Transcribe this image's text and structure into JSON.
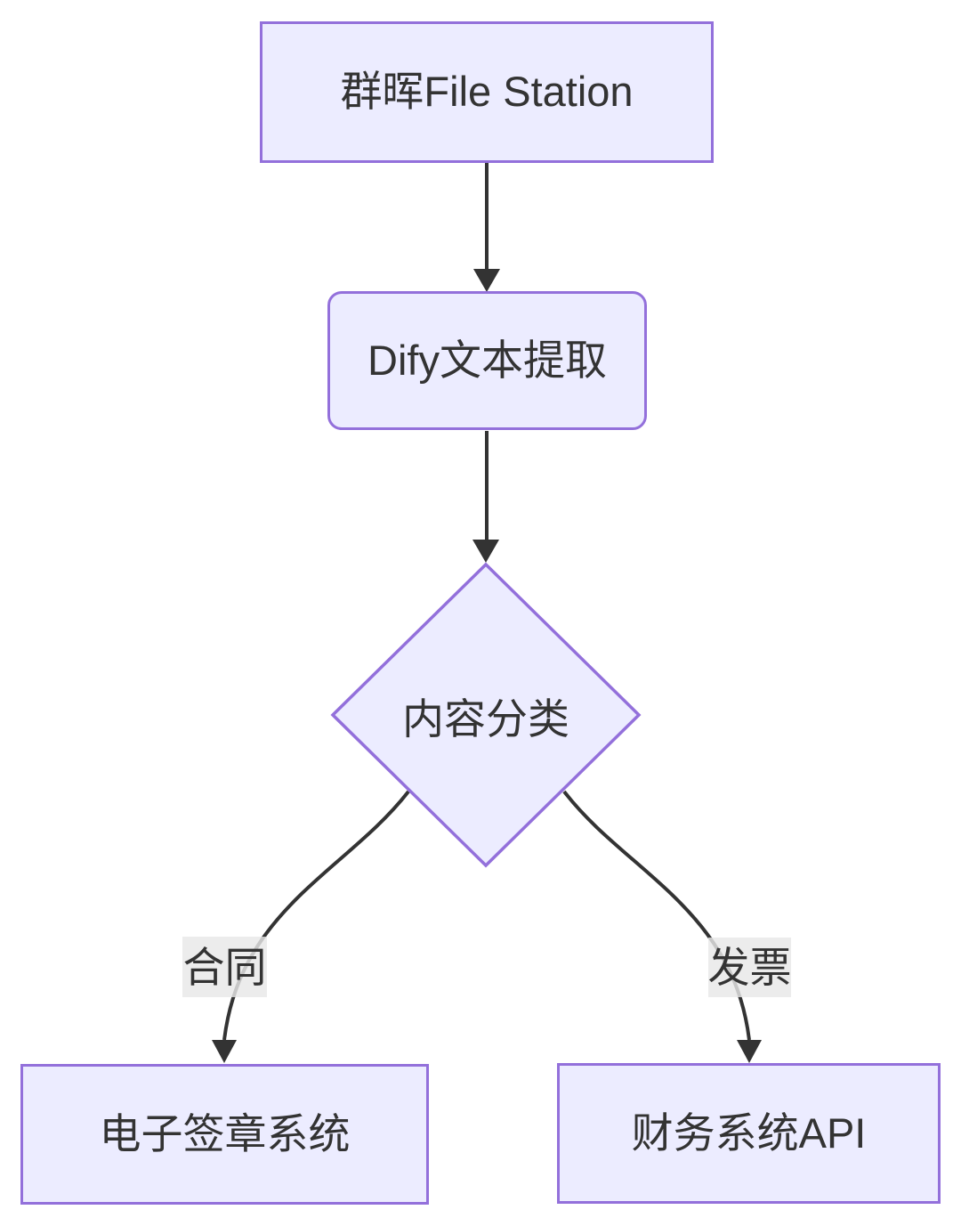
{
  "diagram": {
    "type": "flowchart",
    "direction": "top-to-bottom",
    "nodes": [
      {
        "id": "A",
        "label": "群晖File Station",
        "shape": "rectangle"
      },
      {
        "id": "B",
        "label": "Dify文本提取",
        "shape": "rounded-rectangle"
      },
      {
        "id": "C",
        "label": "内容分类",
        "shape": "diamond"
      },
      {
        "id": "D",
        "label": "电子签章系统",
        "shape": "rectangle"
      },
      {
        "id": "E",
        "label": "财务系统API",
        "shape": "rectangle"
      }
    ],
    "edges": [
      {
        "from": "A",
        "to": "B",
        "label": ""
      },
      {
        "from": "B",
        "to": "C",
        "label": ""
      },
      {
        "from": "C",
        "to": "D",
        "label": "合同"
      },
      {
        "from": "C",
        "to": "E",
        "label": "发票"
      }
    ],
    "colors": {
      "node_fill": "#ECECFF",
      "node_border": "#9370DB",
      "edge_line": "#333333",
      "arrowhead": "#333333",
      "edge_label_background": "#E8E8E8",
      "text": "#333333",
      "background": "#FFFFFF"
    }
  }
}
